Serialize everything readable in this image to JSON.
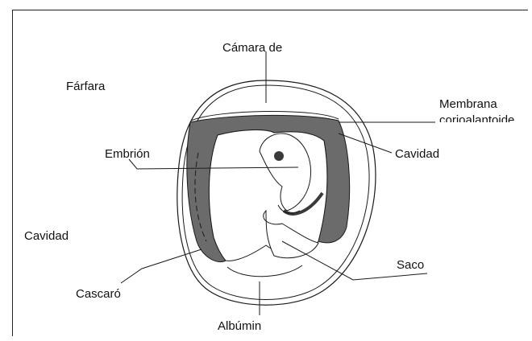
{
  "labels": {
    "air_chamber": "Cámara de",
    "fanfara": "Fárfara",
    "chorioallantoic_membrane_1": "Membrana",
    "chorioallantoic_membrane_2": "corioalantoide",
    "embryo": "Embrión",
    "cavity_right": "Cavidad",
    "cavity_left": "Cavidad",
    "yolk_sac": "Saco",
    "shell": "Cascaró",
    "albumen": "Albúmin"
  },
  "colors": {
    "stroke": "#1a1a1a",
    "cavity_fill": "#6b6b6b",
    "dark_band": "#3a3a3a",
    "background": "#ffffff"
  }
}
